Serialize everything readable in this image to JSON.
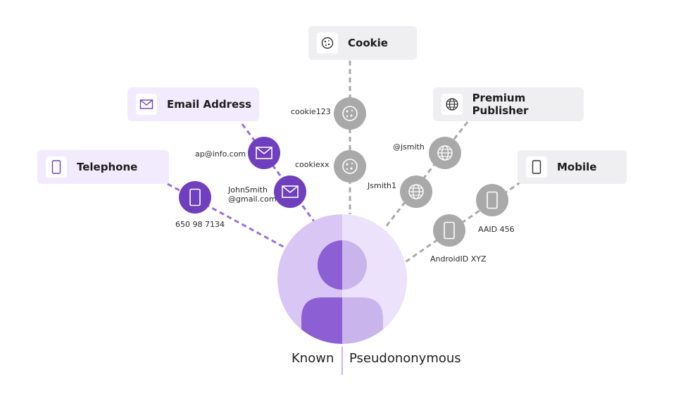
{
  "colors": {
    "known_dark": "#6f3fc0",
    "known_light": "#d9c6f5",
    "pseudo_gray": "#a9a9a9",
    "pseudo_light": "#ece2fb"
  },
  "cards": {
    "cookie": "Cookie",
    "email": "Email Address",
    "premium": "Premium Publisher",
    "telephone": "Telephone",
    "mobile": "Mobile"
  },
  "identifiers": {
    "cookie123": "cookie123",
    "cookiexx": "cookiexx",
    "ap_info": "ap@info.com",
    "johnsmith_1": "JohnSmith",
    "johnsmith_2": "@gmail.com",
    "phone": "650 98 7134",
    "jsmith_at": "@jsmith",
    "jsmith1": "Jsmith1",
    "aaid": "AAID 456",
    "androidid": "AndroidID XYZ"
  },
  "legend": {
    "known": "Known",
    "pseudo": "Pseudononymous"
  }
}
